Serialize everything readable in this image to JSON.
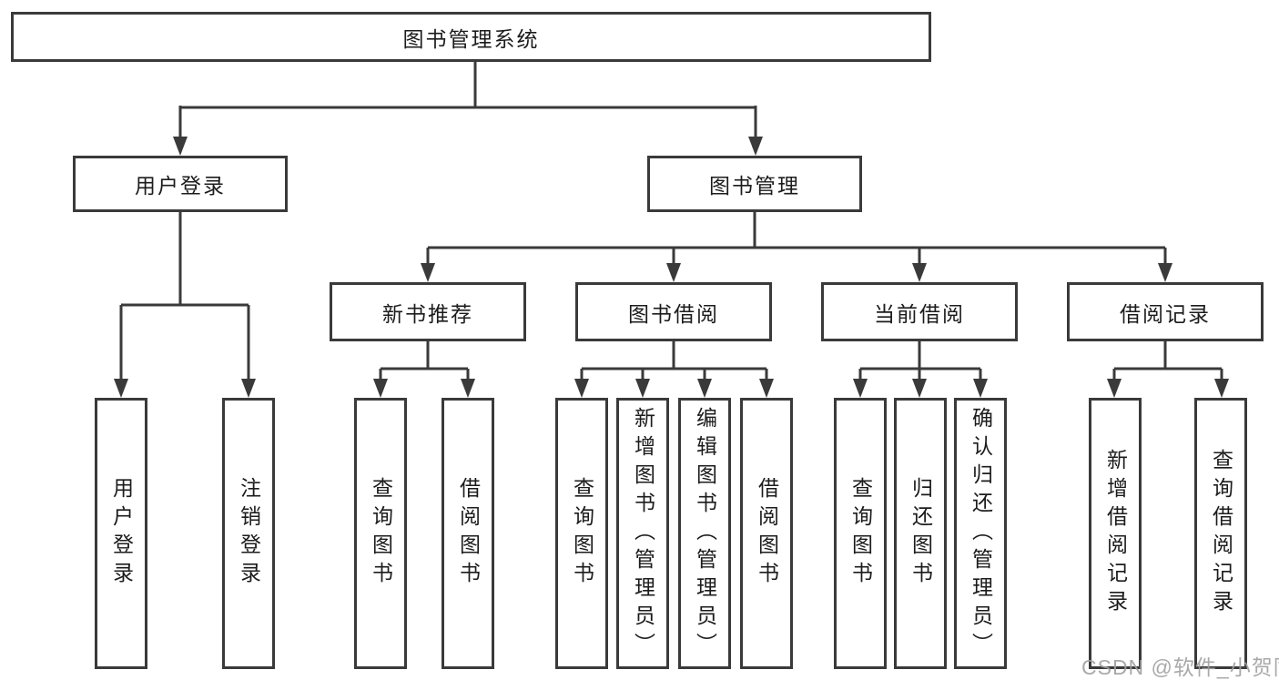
{
  "tree": {
    "root": {
      "label": "图书管理系统"
    },
    "level2": {
      "user_login": {
        "label": "用户登录"
      },
      "book_mgmt": {
        "label": "图书管理"
      }
    },
    "level3": {
      "new_book_rec": {
        "label": "新书推荐",
        "parent": "图书管理"
      },
      "book_borrow": {
        "label": "图书借阅",
        "parent": "图书管理"
      },
      "current_borrow": {
        "label": "当前借阅",
        "parent": "图书管理"
      },
      "borrow_records": {
        "label": "借阅记录",
        "parent": "图书管理"
      }
    },
    "leaves": [
      {
        "parent": "用户登录",
        "label": "用户登录"
      },
      {
        "parent": "用户登录",
        "label": "注销登录"
      },
      {
        "parent": "新书推荐",
        "label": "查询图书"
      },
      {
        "parent": "新书推荐",
        "label": "借阅图书"
      },
      {
        "parent": "图书借阅",
        "label": "查询图书"
      },
      {
        "parent": "图书借阅",
        "label": "新增图书（管理员）"
      },
      {
        "parent": "图书借阅",
        "label": "编辑图书（管理员）"
      },
      {
        "parent": "图书借阅",
        "label": "借阅图书"
      },
      {
        "parent": "当前借阅",
        "label": "查询图书"
      },
      {
        "parent": "当前借阅",
        "label": "归还图书"
      },
      {
        "parent": "当前借阅",
        "label": "确认归还（管理员）"
      },
      {
        "parent": "借阅记录",
        "label": "新增借阅记录"
      },
      {
        "parent": "借阅记录",
        "label": "查询借阅记录"
      }
    ]
  },
  "watermark": {
    "text": "CSDN @软件_小贺同学"
  },
  "colors": {
    "line": "#3a3a3a",
    "text": "#1c1c1c",
    "watermark": "#a0a0a0",
    "background": "#ffffff"
  }
}
